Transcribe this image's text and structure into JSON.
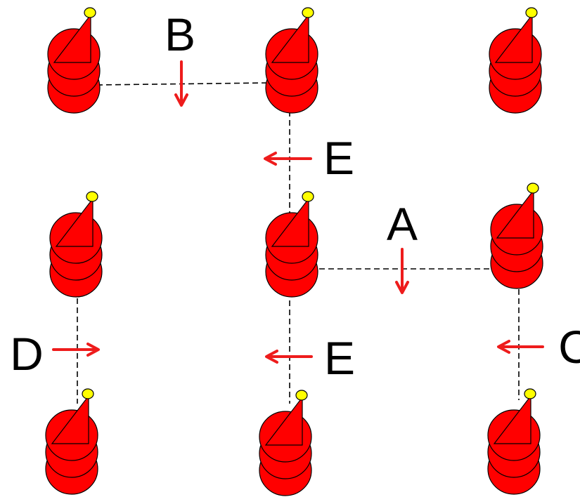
{
  "diagram": {
    "colors": {
      "marker_body": "#ff0000",
      "marker_tip": "#ffff00",
      "outline": "#000000",
      "arrow": "#ee1c1c",
      "connector": "#000000",
      "label": "#000000"
    },
    "marker_grid": {
      "rows": 3,
      "cols": 3
    },
    "markers": [
      {
        "id": "r1c1"
      },
      {
        "id": "r1c2"
      },
      {
        "id": "r1c3"
      },
      {
        "id": "r2c1"
      },
      {
        "id": "r2c2"
      },
      {
        "id": "r2c3"
      },
      {
        "id": "r3c1"
      },
      {
        "id": "r3c2"
      },
      {
        "id": "r3c3"
      }
    ],
    "connections": [
      {
        "id": "B",
        "from": "r1c1",
        "to": "r1c2"
      },
      {
        "id": "E-upper",
        "from": "r1c2",
        "to": "r2c2"
      },
      {
        "id": "A",
        "from": "r2c2",
        "to": "r2c3"
      },
      {
        "id": "D",
        "from": "r2c1",
        "to": "r3c1"
      },
      {
        "id": "E-lower",
        "from": "r2c2",
        "to": "r3c2"
      },
      {
        "id": "C",
        "from": "r2c3",
        "to": "r3c3"
      }
    ],
    "labels": {
      "A": "A",
      "B": "B",
      "C": "C",
      "D": "D",
      "E_upper": "E",
      "E_lower": "E"
    },
    "arrows": [
      {
        "id": "A",
        "direction": "down"
      },
      {
        "id": "B",
        "direction": "down"
      },
      {
        "id": "C",
        "direction": "left"
      },
      {
        "id": "D",
        "direction": "right"
      },
      {
        "id": "E-upper",
        "direction": "left"
      },
      {
        "id": "E-lower",
        "direction": "left"
      }
    ]
  }
}
